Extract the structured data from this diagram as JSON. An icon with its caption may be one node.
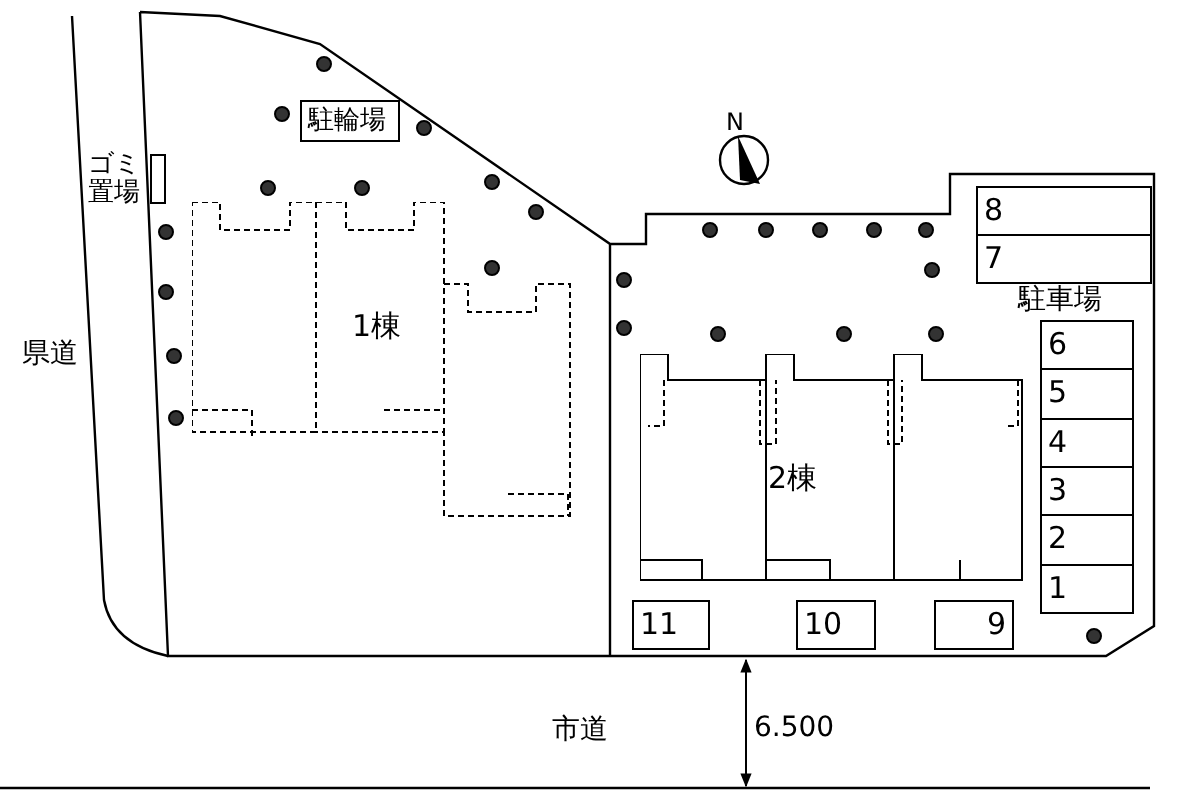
{
  "diagram": {
    "nodes": [
      {
        "text": [
          "駐輪場"
        ]
      },
      {
        "text": [],
        "shape": "box",
        "beside": [
          "ゴミ置場"
        ]
      },
      {
        "text": [
          "1棟"
        ]
      },
      {
        "text": [
          "8"
        ]
      },
      {
        "text": [
          "7"
        ]
      },
      {
        "text": [
          "2棟"
        ]
      },
      {
        "text": [
          "6"
        ]
      },
      {
        "text": [
          "5"
        ]
      },
      {
        "text": [
          "4"
        ]
      },
      {
        "text": [
          "3"
        ]
      },
      {
        "text": [
          "2"
        ]
      },
      {
        "text": [
          "1"
        ]
      },
      {
        "text": [
          "11"
        ]
      },
      {
        "text": [
          "10"
        ]
      },
      {
        "text": [
          "9"
        ]
      }
    ],
    "labels": [
      "N",
      "駐車場",
      "県道",
      "市道",
      "6.500"
    ]
  }
}
